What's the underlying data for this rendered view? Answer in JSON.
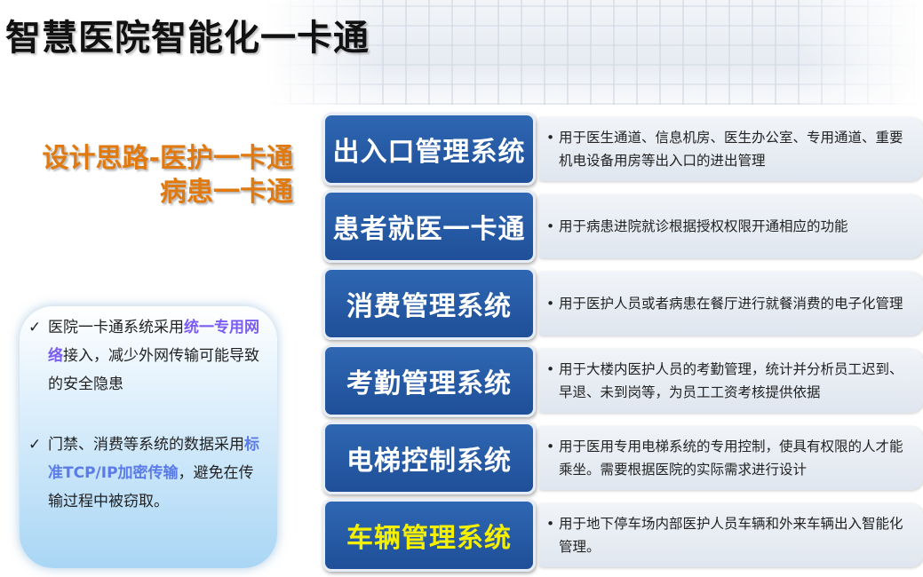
{
  "title": "智慧医院智能化一卡通",
  "subtitle": {
    "line1": "设计思路-医护一卡通",
    "line2": "病患一卡通"
  },
  "notes": [
    {
      "check": "✓",
      "before": "医院一卡通系统采用",
      "highlight": "统一专用网络",
      "after": "接入，减少外网传输可能导致的安全隐患"
    },
    {
      "check": "✓",
      "before": "门禁、消费等系统的数据采用",
      "highlight": "标准TCP/IP加密传输",
      "after": "，避免在传输过程中被窃取。"
    }
  ],
  "systems": [
    {
      "name": "出入口管理系统",
      "bullet": "•",
      "desc": "用于医生通道、信息机房、医生办公室、专用通道、重要机电设备用房等出入口的进出管理"
    },
    {
      "name": "患者就医一卡通",
      "bullet": "•",
      "desc": "用于病患进院就诊根据授权权限开通相应的功能"
    },
    {
      "name": "消费管理系统",
      "bullet": "•",
      "desc": "用于医护人员或者病患在餐厅进行就餐消费的电子化管理"
    },
    {
      "name": "考勤管理系统",
      "bullet": "•",
      "desc": "用于大楼内医护人员的考勤管理，统计并分析员工迟到、早退、未到岗等，为员工工资考核提供依据"
    },
    {
      "name": "电梯控制系统",
      "bullet": "•",
      "desc": "用于医用专用电梯系统的专用控制，使具有权限的人才能乘坐。需要根据医院的实际需求进行设计"
    },
    {
      "name": "车辆管理系统",
      "bullet": "•",
      "desc": "用于地下停车场内部医护人员车辆和外来车辆出入智能化管理。"
    }
  ],
  "colors": {
    "system_box": "#2f67b3",
    "subtitle": "#e07a10",
    "highlight_yellow": "#f5f000"
  }
}
